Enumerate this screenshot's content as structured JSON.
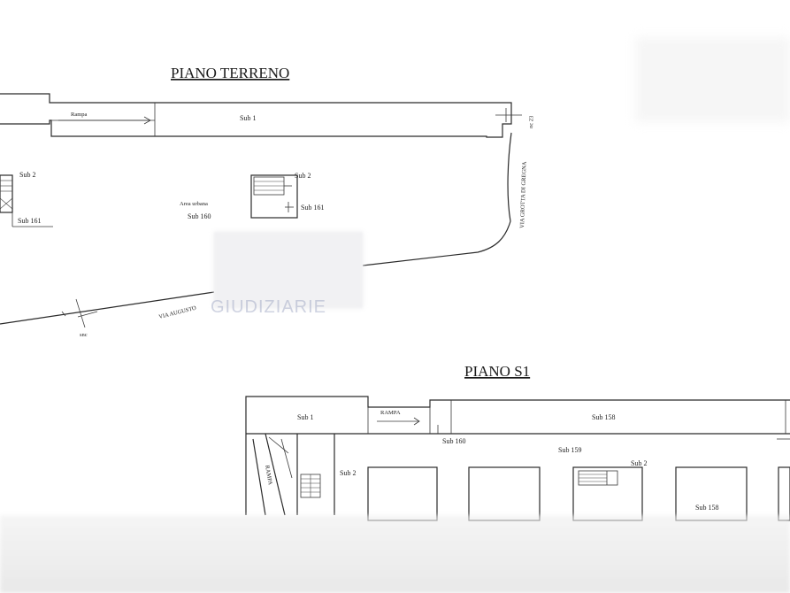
{
  "titles": {
    "ground_floor": "PIANO TERRENO",
    "basement": "PIANO S1"
  },
  "ground": {
    "rampa": "Rampa",
    "sub1": "Sub 1",
    "sub2_left": "Sub 2",
    "sub161_left": "Sub 161",
    "area_urbana": "Area urbana",
    "sub160": "Sub 160",
    "sub2_center": "Sub 2",
    "sub161_center": "Sub 161",
    "via_augusto": "VIA AUGUSTO",
    "via_grotta": "VIA GROTTA DI GREGNA",
    "street_num": "nc 23",
    "street_marker": "snc"
  },
  "basement": {
    "sub1": "Sub 1",
    "rampa_top": "RAMPA",
    "sub158_top": "Sub 158",
    "sub160": "Sub 160",
    "sub159": "Sub 159",
    "sub2_left": "Sub 2",
    "sub2_right": "Sub 2",
    "sub158_right": "Sub 158",
    "rampa_side": "RAMPA"
  },
  "watermark": {
    "text": "GIUDIZIARIE"
  }
}
